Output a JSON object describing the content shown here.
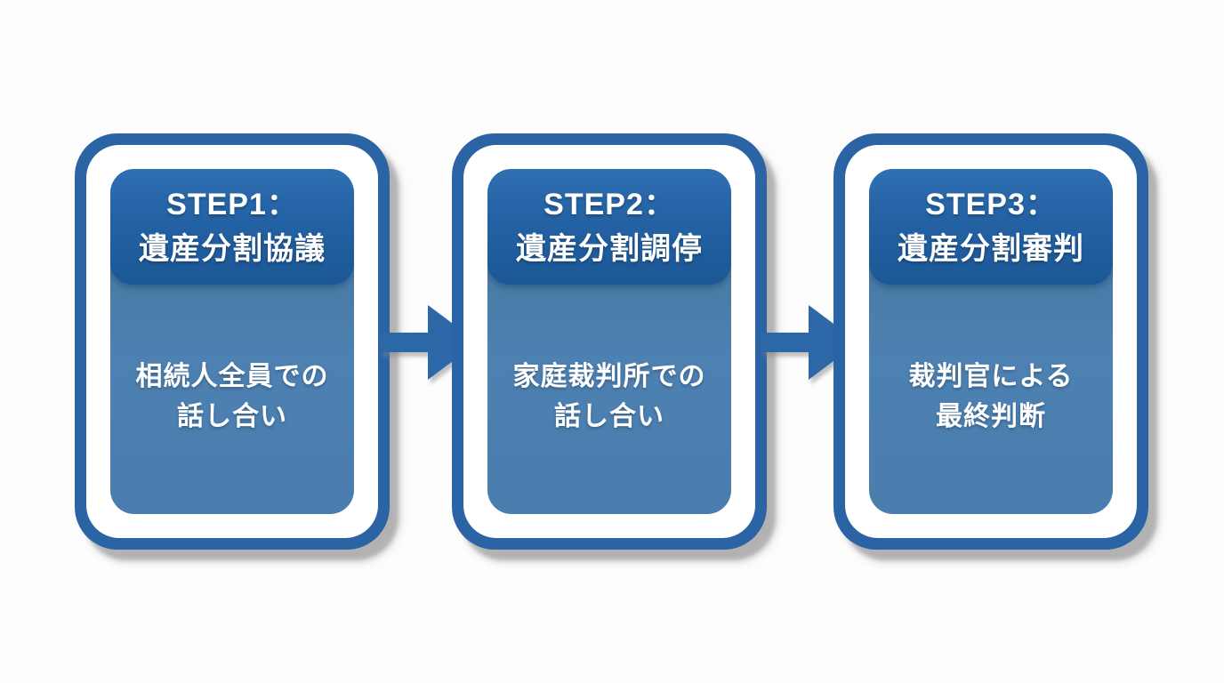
{
  "diagram": {
    "type": "horizontal-process-flow",
    "language": "ja",
    "steps": [
      {
        "id": 1,
        "header_line1": "STEP1：",
        "header_line2": "遺産分割協議",
        "body_line1": "相続人全員での",
        "body_line2": "話し合い"
      },
      {
        "id": 2,
        "header_line1": "STEP2：",
        "header_line2": "遺産分割調停",
        "body_line1": "家庭裁判所での",
        "body_line2": "話し合い"
      },
      {
        "id": 3,
        "header_line1": "STEP3：",
        "header_line2": "遺産分割審判",
        "body_line1": "裁判官による",
        "body_line2": "最終判断"
      }
    ],
    "connectors": [
      {
        "from": 1,
        "to": 2,
        "shape": "right-arrow"
      },
      {
        "from": 2,
        "to": 3,
        "shape": "right-arrow"
      }
    ],
    "colors": {
      "background": "#fdfdfd",
      "outer_border_blue": "#2a64a5",
      "ring_white": "#ffffff",
      "header_blue_top": "#2f70b2",
      "header_blue_bottom": "#1c5795",
      "body_blue": "#4d81b2",
      "arrow_blue": "#2c67a8",
      "shadow_gray": "#c2c2c2",
      "text_white": "#ffffff"
    }
  }
}
